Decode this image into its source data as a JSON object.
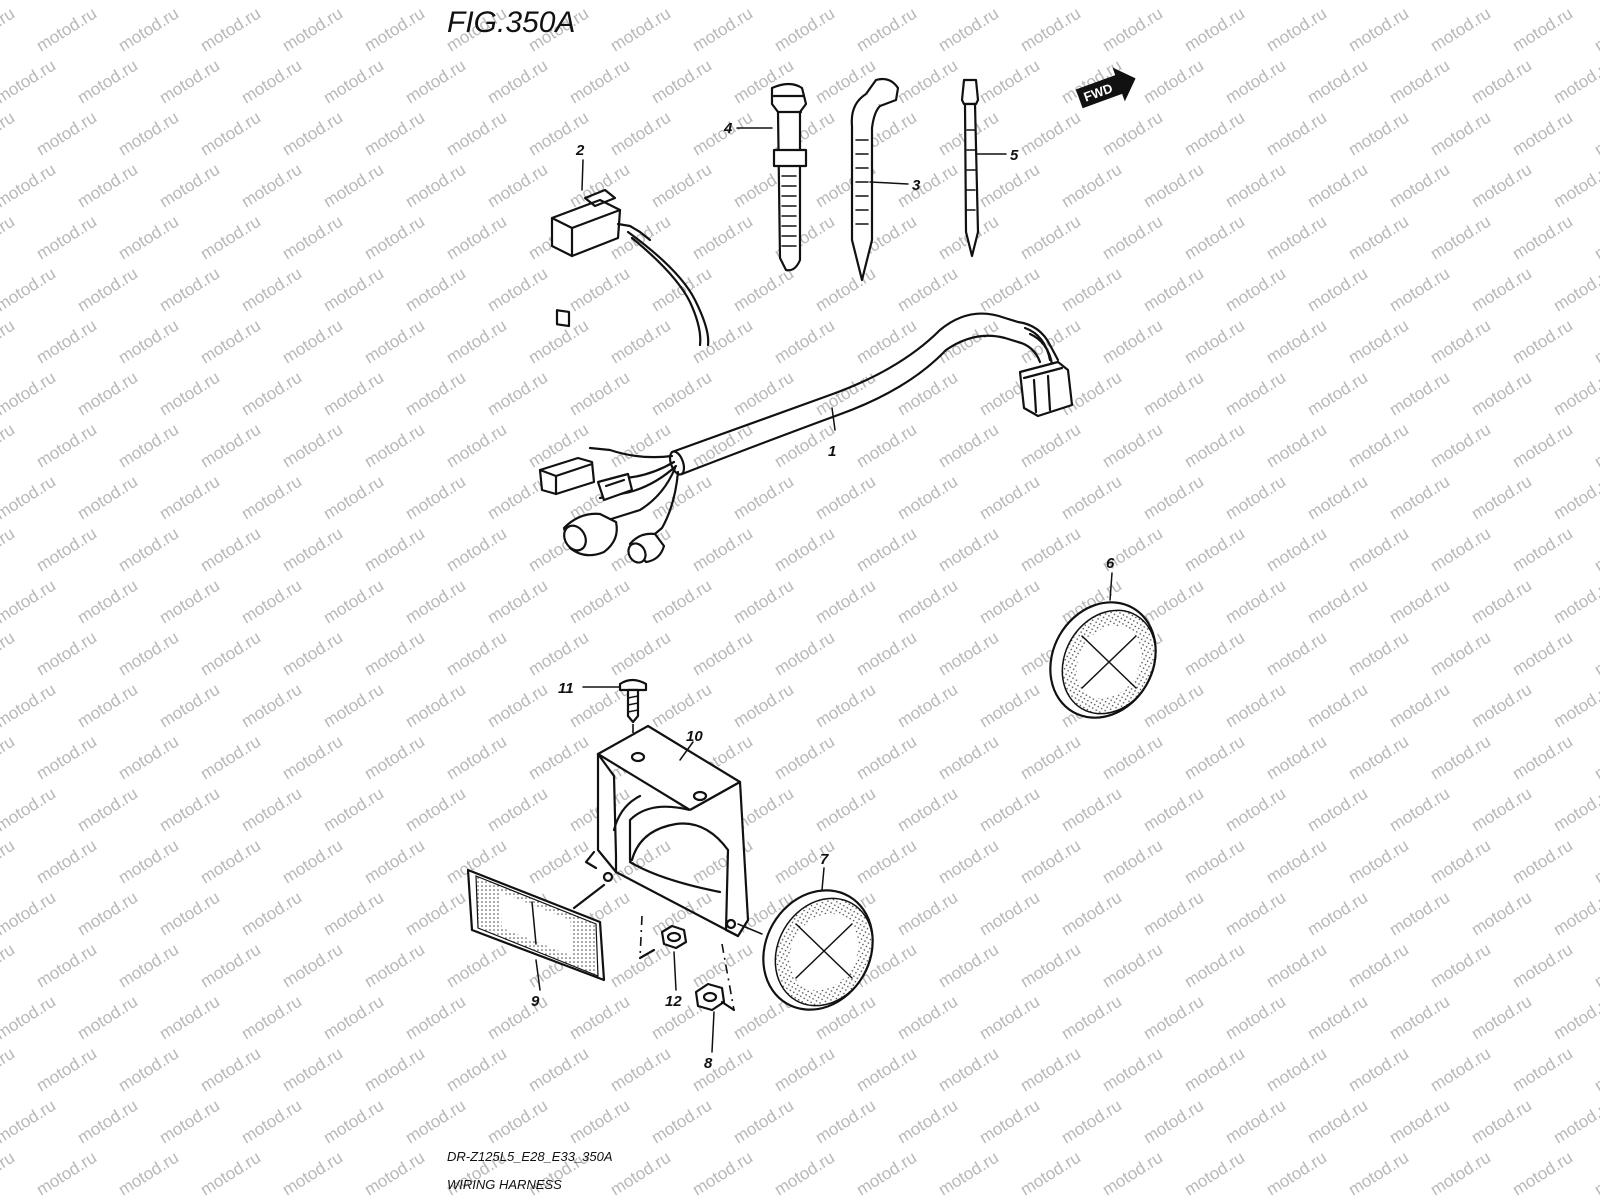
{
  "figure": {
    "title": "FIG.350A",
    "code": "DR-Z125L5_E28_E33_350A",
    "name": "WIRING HARNESS"
  },
  "direction_badge": "FWD",
  "watermark": "motod.ru",
  "callouts": [
    {
      "id": "1",
      "label": "1"
    },
    {
      "id": "2",
      "label": "2"
    },
    {
      "id": "3",
      "label": "3"
    },
    {
      "id": "4",
      "label": "4"
    },
    {
      "id": "5",
      "label": "5"
    },
    {
      "id": "6",
      "label": "6"
    },
    {
      "id": "7",
      "label": "7"
    },
    {
      "id": "8",
      "label": "8"
    },
    {
      "id": "9",
      "label": "9"
    },
    {
      "id": "10",
      "label": "10"
    },
    {
      "id": "11",
      "label": "11"
    },
    {
      "id": "12",
      "label": "12"
    }
  ]
}
